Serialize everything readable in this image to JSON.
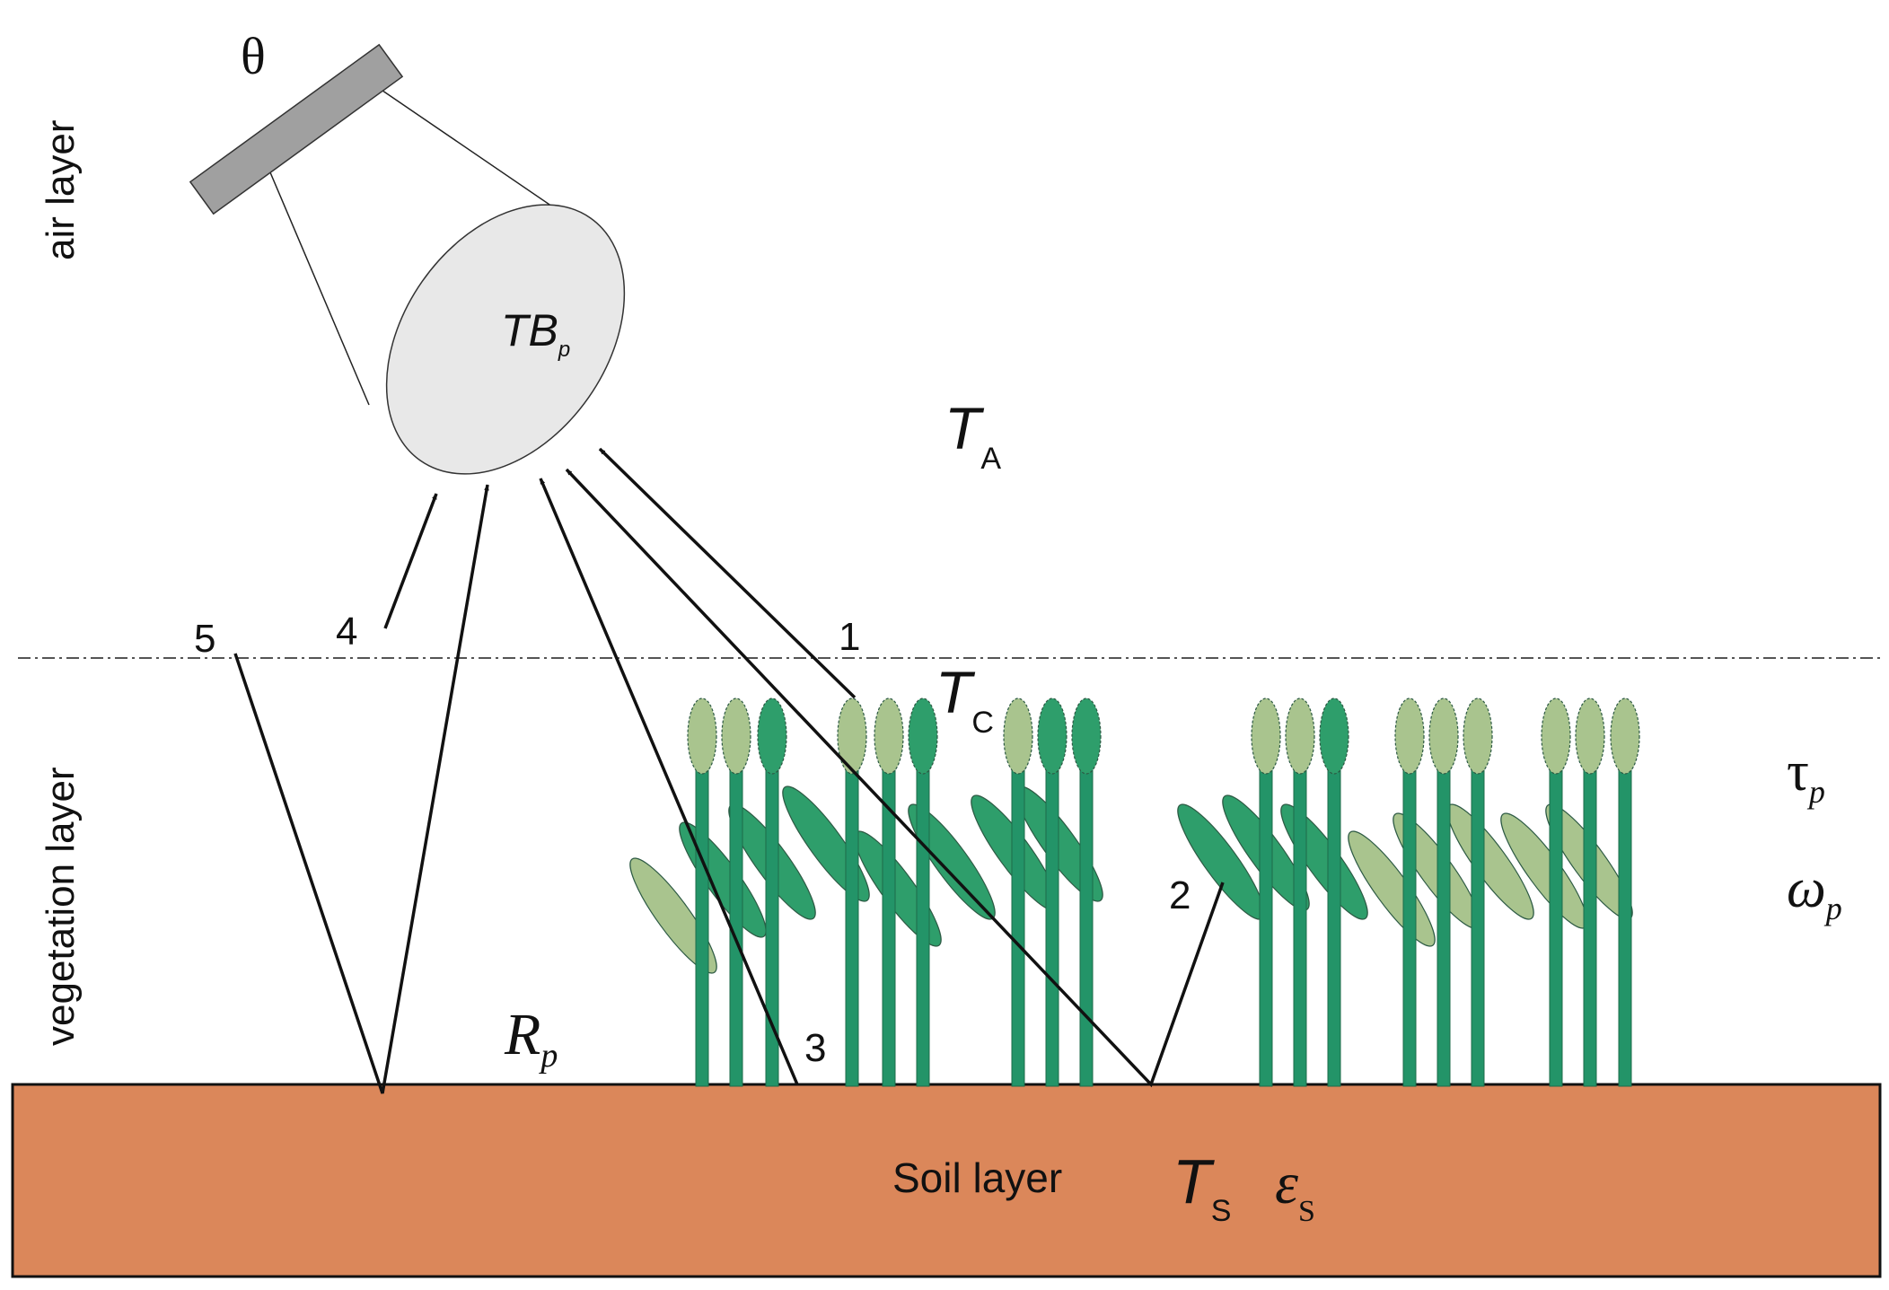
{
  "layers": {
    "air": "air layer",
    "vegetation": "vegetation layer",
    "soil": "Soil layer"
  },
  "sensor": {
    "angle_symbol": "θ",
    "footprint_main": "TB",
    "footprint_sub": "p"
  },
  "temperatures": {
    "air_main": "T",
    "air_sub": "A",
    "canopy_main": "T",
    "canopy_sub": "C",
    "soil_main": "T",
    "soil_sub": "S"
  },
  "parameters": {
    "tau_main": "τ",
    "tau_sub": "p",
    "omega_main": "ω",
    "omega_sub": "p",
    "eps_main": "ε",
    "eps_sub": "S",
    "refl_main": "R",
    "refl_sub": "p"
  },
  "paths": [
    "1",
    "2",
    "3",
    "4",
    "5"
  ],
  "colors": {
    "soil": "#db875a",
    "stem": "#239468",
    "leaf_dark": "#2e9e6b",
    "leaf_light": "#a9c48e",
    "sensor": "#a0a0a0",
    "footprint": "#e8e8e8"
  }
}
